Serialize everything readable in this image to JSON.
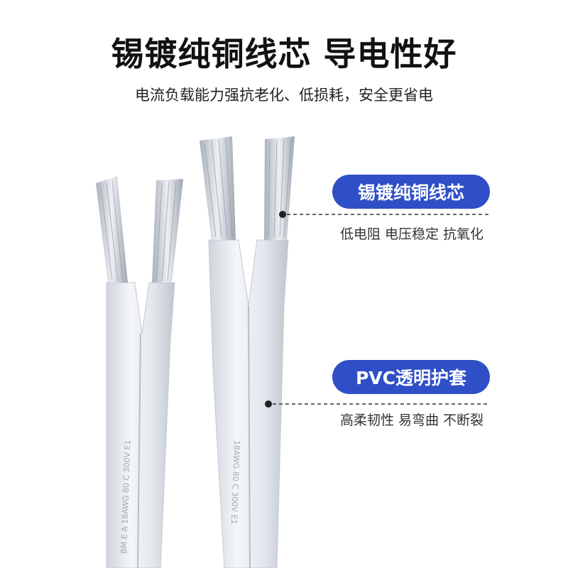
{
  "header": {
    "title": "锡镀纯铜线芯 导电性好",
    "subtitle": "电流负载能力强抗老化、低损耗，安全更省电"
  },
  "callouts": [
    {
      "label": "锡镀纯铜线芯",
      "description": "低电阻 电压稳定 抗氧化"
    },
    {
      "label": "PVC透明护套",
      "description": "高柔韧性 易弯曲 不断裂"
    }
  ],
  "cable_print": {
    "left": "BM E A 18AWG 80 C 300V E1",
    "right": "18AWG 80 C 300V E1"
  },
  "colors": {
    "accent": "#2f4fc7",
    "text": "#111111",
    "cable_sheath": "#e6e9ee",
    "copper_strand": "#c9ced6"
  }
}
